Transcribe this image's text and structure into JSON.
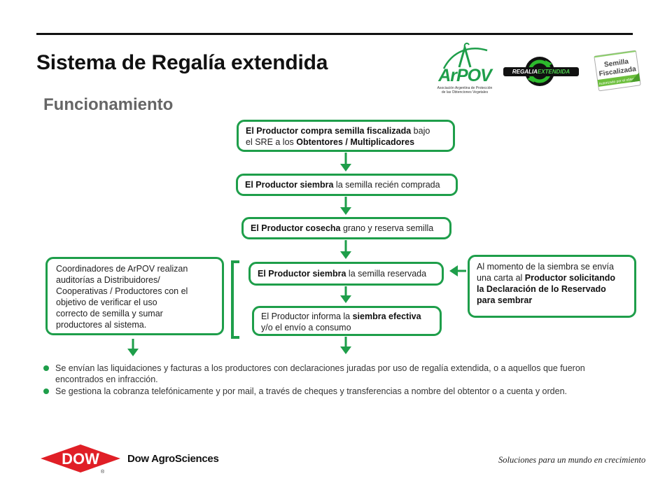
{
  "header": {
    "title": "Sistema de Regalía extendida",
    "subtitle": "Funcionamiento"
  },
  "logos": {
    "arpov": {
      "name": "ArPOV",
      "sub_line1": "Asociación Argentina de Protección",
      "sub_line2": "de las Obtenciones Vegetales"
    },
    "regalia": {
      "part1": "REGALIA",
      "part2": "EXTENDIDA"
    },
    "semilla": {
      "line1": "Semilla",
      "line2": "Fiscalizada",
      "tag": "Autorizado por el obtentor"
    },
    "dow": {
      "mark": "DOW",
      "reg": "®",
      "name": "Dow AgroSciences"
    }
  },
  "flow": {
    "step1": {
      "l1_b": "El Productor compra semilla fiscalizada",
      "l1_r": " bajo",
      "l2_a": "el SRE a los ",
      "l2_b": "Obtentores / Multiplicadores"
    },
    "step2": {
      "b": "El Productor siembra",
      "r": " la semilla recién comprada"
    },
    "step3": {
      "b": "El Productor cosecha",
      "r": " grano y reserva semilla"
    },
    "step4": {
      "b": "El Productor siembra",
      "r": " la semilla reservada"
    },
    "step5": {
      "l1_a": "El Productor informa la ",
      "l1_b": "siembra efectiva",
      "l2": "y/o el envío a consumo"
    },
    "left_box": [
      "Coordinadores de ArPOV  realizan",
      "auditorías a Distribuidores/",
      "Cooperativas /  Productores con el",
      "objetivo de verificar el uso",
      "correcto de semilla y sumar",
      "productores al sistema."
    ],
    "right_box": {
      "l1": "Al momento de la siembra se envía",
      "l2_a": "una carta  al  ",
      "l2_b": "Productor solicitando",
      "l3_b": "la Declaración de lo Reservado",
      "l4_b": "para sembrar"
    }
  },
  "bullets": [
    {
      "l1": "Se envían las liquidaciones y facturas a los productores con declaraciones juradas por uso de regalía extendida, o a aquellos que fueron",
      "l2": "encontrados en infracción."
    },
    {
      "l1": "Se gestiona la cobranza telefónicamente y por mail, a través de cheques  y transferencias a nombre del obtentor o a cuenta y orden.",
      "l2": ""
    }
  ],
  "footer": {
    "tagline": "Soluciones para un mundo en crecimiento"
  },
  "colors": {
    "accent": "#1e9e4a",
    "dow_red": "#e01f26"
  }
}
